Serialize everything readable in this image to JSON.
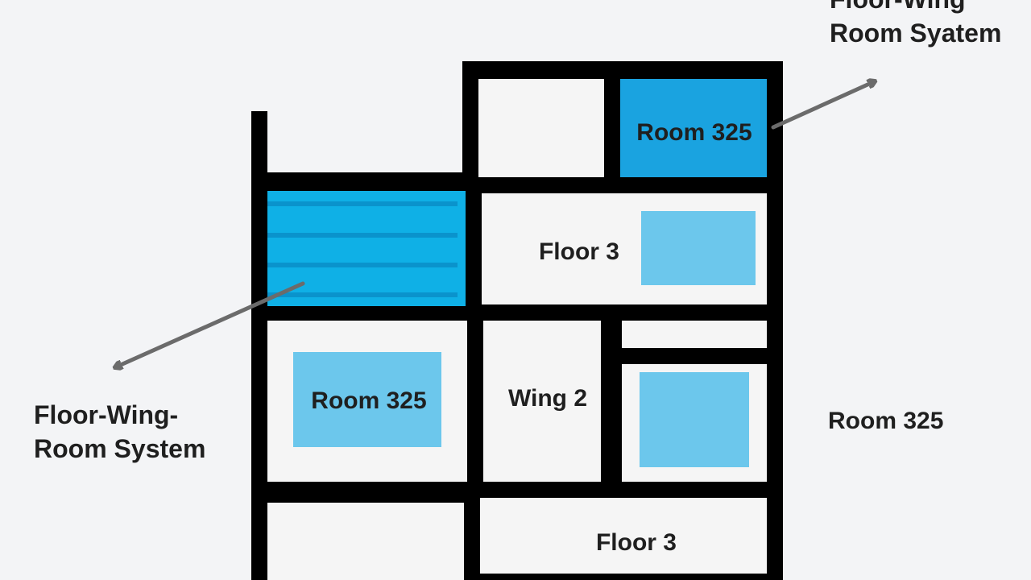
{
  "labels": {
    "room_top": "Room 325",
    "floor_mid": "Floor 3",
    "room_left": "Room 325",
    "wing": "Wing 2",
    "floor_bottom": "Floor 3",
    "right_room": "Room 325",
    "left_caption_line1": "Floor-Wing-",
    "left_caption_line2": "Room System",
    "top_caption_line1": "Floor-Wing",
    "top_caption_line2": "Room Syatem"
  },
  "colors": {
    "background": "#f3f4f6",
    "wall": "#000000",
    "room_fill": "#f5f5f5",
    "highlight_dark": "#1aa3e0",
    "highlight_stripes": "#0fb0e6",
    "stripe_line": "#0a93cc",
    "highlight_light": "#6cc7ec",
    "arrow": "#6b6b6b"
  }
}
